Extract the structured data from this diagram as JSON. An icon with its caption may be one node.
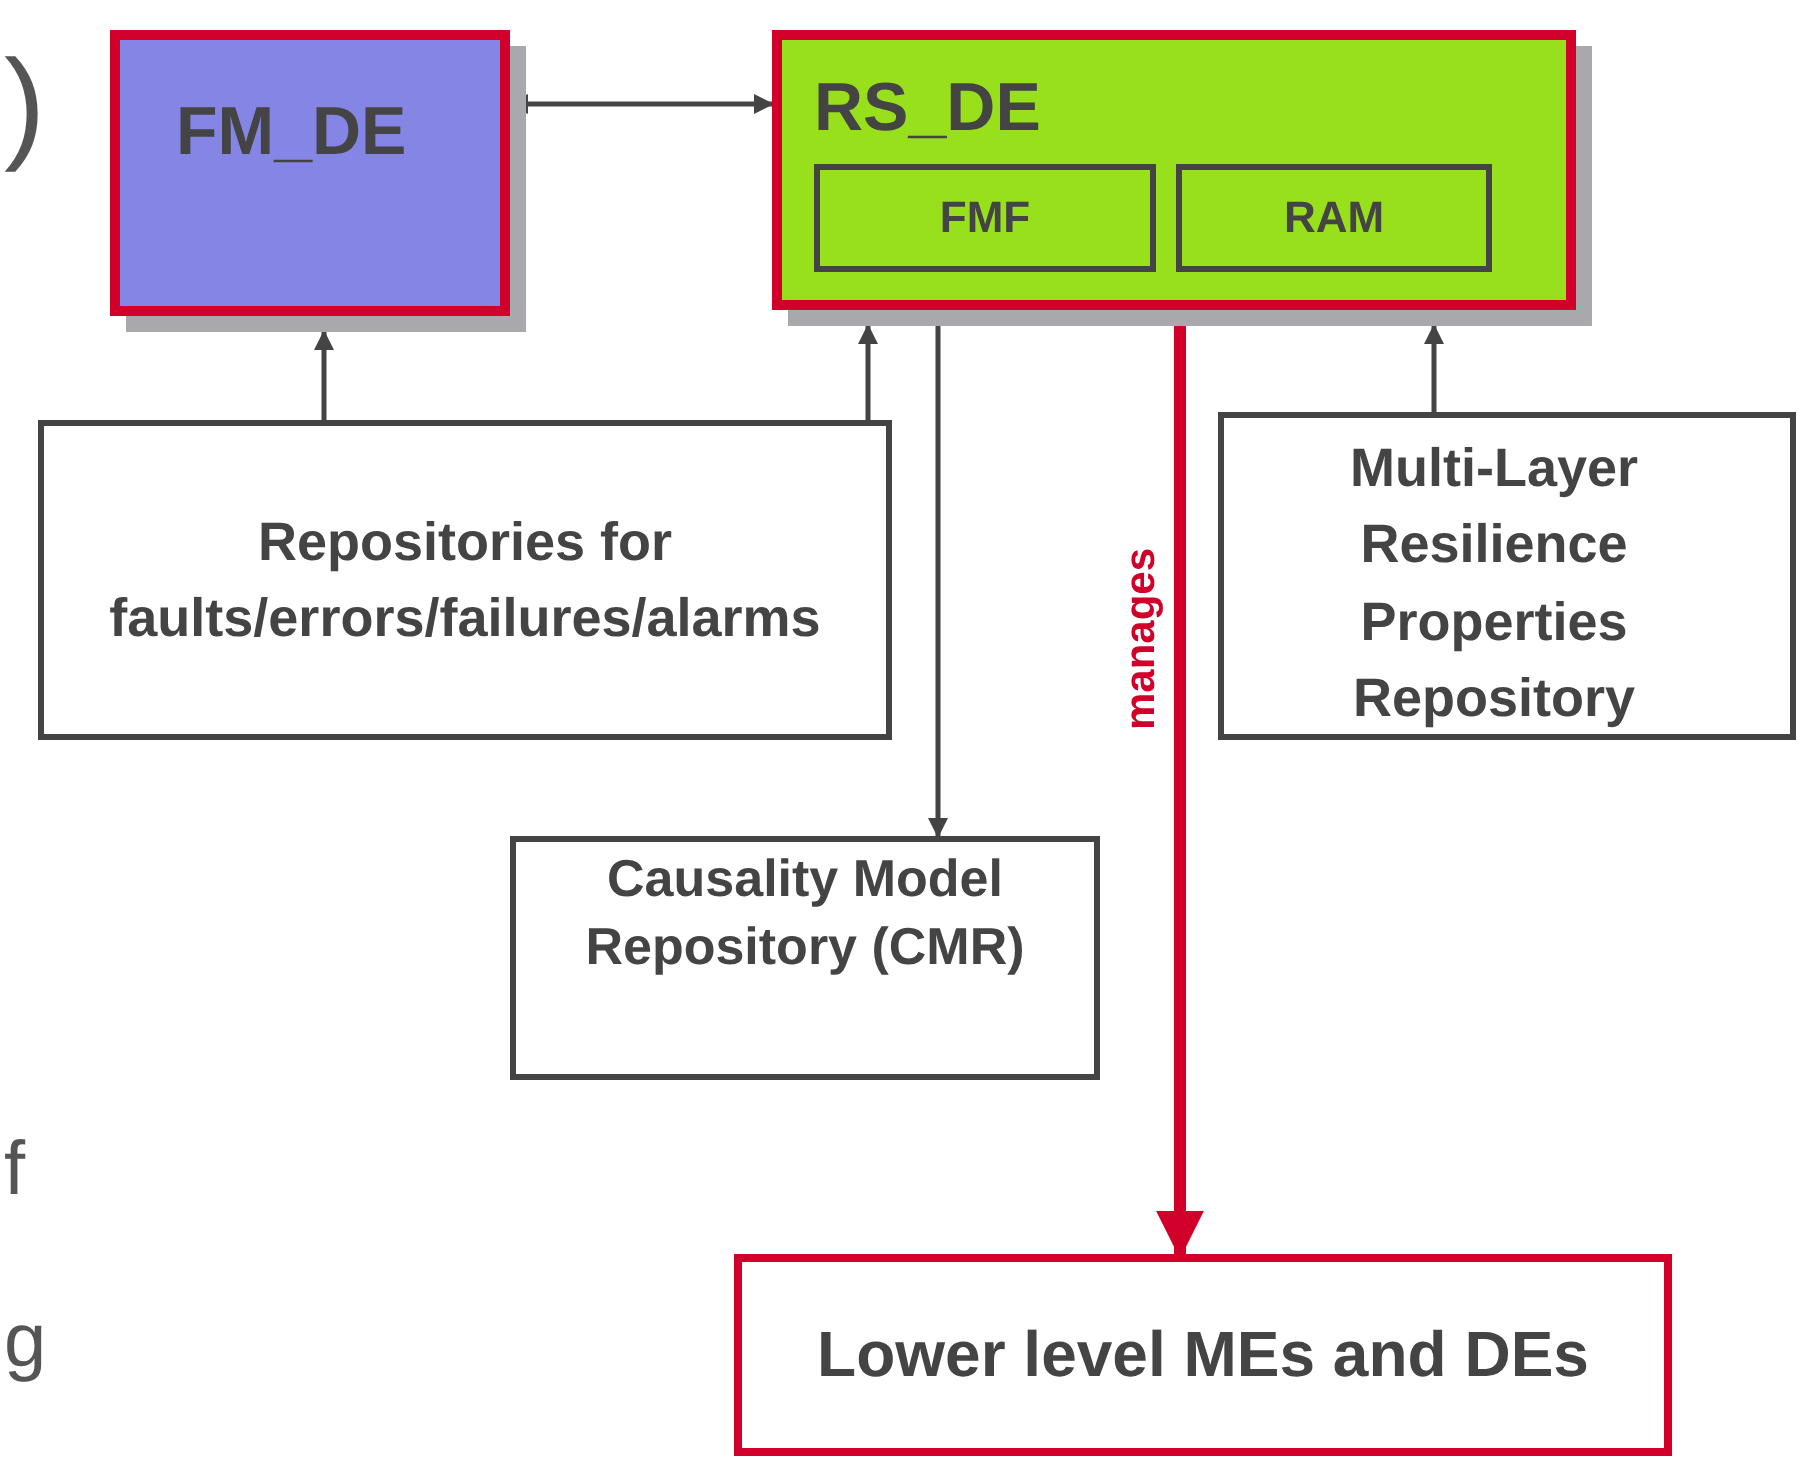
{
  "diagram": {
    "nodes": [
      {
        "text": [
          "FM_DE"
        ]
      },
      {
        "text": [
          "RS_DE"
        ]
      },
      {
        "text": [
          "FMF"
        ],
        "in": 1
      },
      {
        "text": [
          "RAM"
        ],
        "in": 1
      },
      {
        "text": [
          "Repositories for faults/errors/failures/alarms"
        ]
      },
      {
        "text": [
          "Multi-Layer Resilience Properties Repository"
        ]
      },
      {
        "text": [
          "Causality Model Repository (CMR)"
        ]
      },
      {
        "text": [
          "Lower level MEs and DEs"
        ]
      }
    ],
    "edges": [
      {
        "from": 0,
        "to": 1,
        "arrow": "both"
      },
      {
        "from": 4,
        "to": 0,
        "arrow": "to"
      },
      {
        "from": 4,
        "to": 1,
        "arrow": "to"
      },
      {
        "from": 1,
        "to": 6,
        "arrow": "to"
      },
      {
        "from": 1,
        "to": 7,
        "arrow": "to",
        "label": "manages",
        "style": "thick",
        "color": "#d0002a"
      },
      {
        "from": 5,
        "to": 1,
        "arrow": "to"
      }
    ],
    "labels": [
      ")",
      "f",
      "g"
    ]
  }
}
